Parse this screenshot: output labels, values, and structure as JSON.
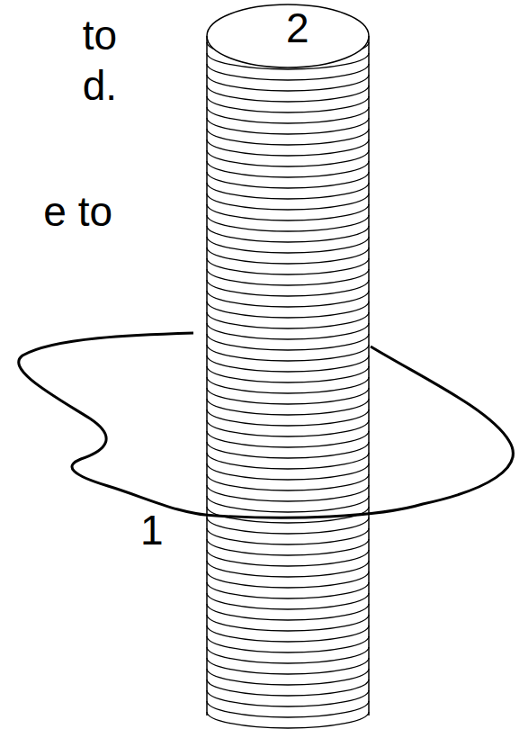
{
  "diagram": {
    "labels": [
      "to",
      "2",
      "d.",
      "e to",
      "1"
    ]
  }
}
